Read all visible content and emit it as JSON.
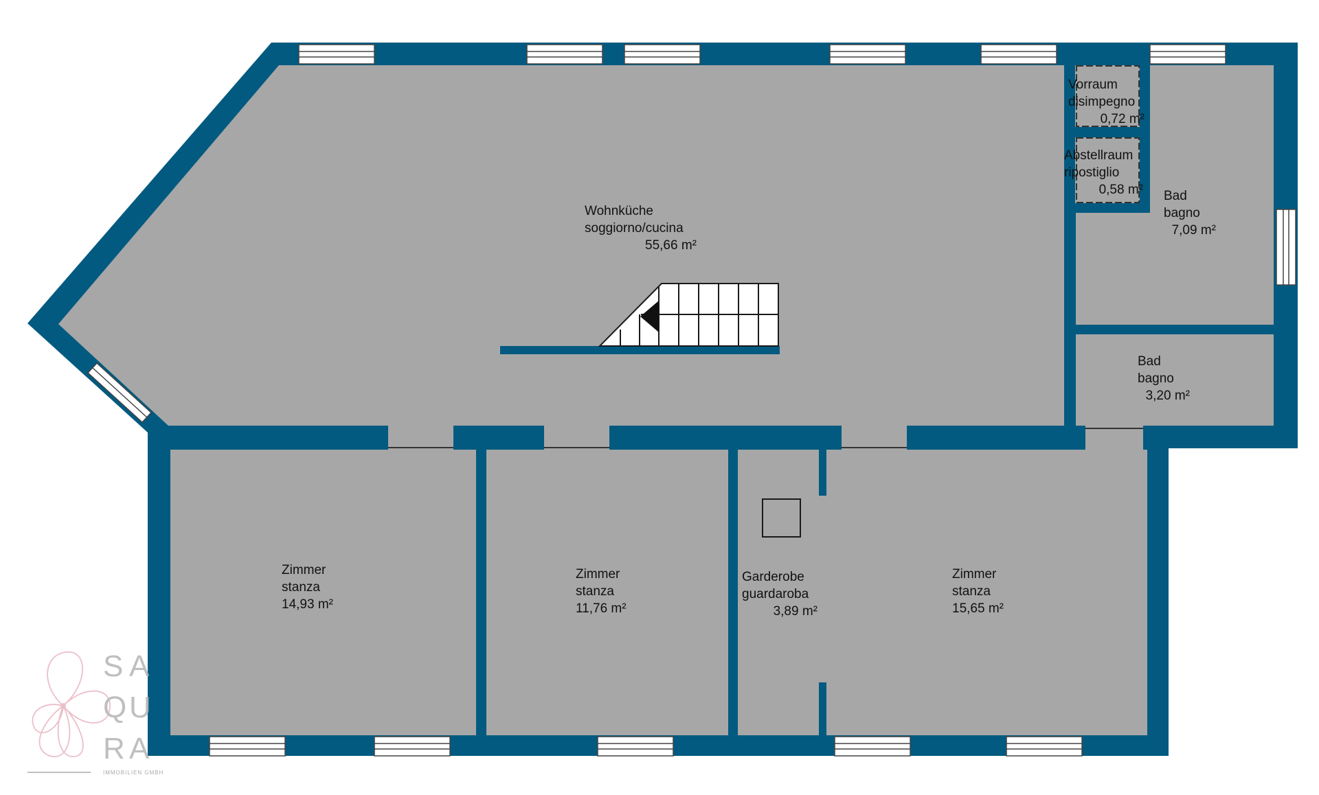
{
  "colors": {
    "wall": "#025a80",
    "floor": "#a7a7a7",
    "window": "#ffffff",
    "logo_pink": "#e8b4c0",
    "logo_gray": "#b5b5b5"
  },
  "rooms": {
    "wohnkueche": {
      "name_de": "Wohnküche",
      "name_it": "soggiorno/cucina",
      "area": "55,66 m²"
    },
    "vorraum": {
      "name_de": "Vorraum",
      "name_it": "disimpegno",
      "area": "0,72 m²"
    },
    "abstellraum": {
      "name_de": "Abstellraum",
      "name_it": "ripostiglio",
      "area": "0,58 m²"
    },
    "bad1": {
      "name_de": "Bad",
      "name_it": "bagno",
      "area": "7,09 m²"
    },
    "bad2": {
      "name_de": "Bad",
      "name_it": "bagno",
      "area": "3,20 m²"
    },
    "zimmer1": {
      "name_de": "Zimmer",
      "name_it": "stanza",
      "area": "14,93 m²"
    },
    "zimmer2": {
      "name_de": "Zimmer",
      "name_it": "stanza",
      "area": "11,76 m²"
    },
    "garderobe": {
      "name_de": "Garderobe",
      "name_it": "guardaroba",
      "area": "3,89 m²"
    },
    "zimmer3": {
      "name_de": "Zimmer",
      "name_it": "stanza",
      "area": "15,65 m²"
    }
  },
  "logo": {
    "letters": [
      "S",
      "A",
      "Q",
      "U",
      "R",
      "A"
    ],
    "subtitle": "IMMOBILIEN GMBH",
    "icon": "flower-logo-icon"
  }
}
